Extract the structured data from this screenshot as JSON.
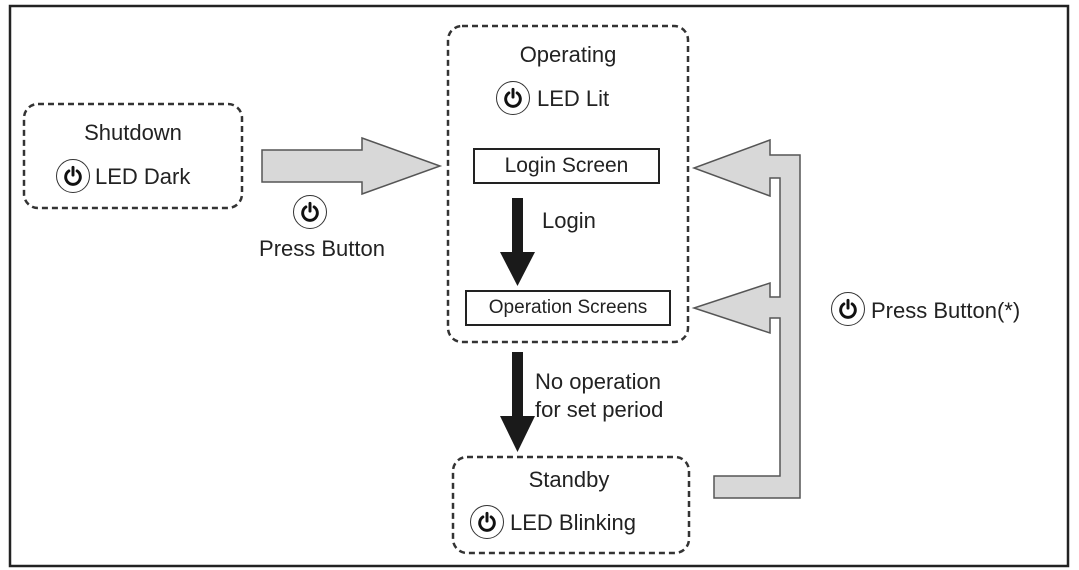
{
  "shutdown": {
    "title": "Shutdown",
    "led": "LED Dark"
  },
  "operating": {
    "title": "Operating",
    "led": "LED Lit",
    "login_screen": "Login Screen",
    "login_step": "Login",
    "operation_screens": "Operation Screens"
  },
  "standby": {
    "title": "Standby",
    "led": "LED Blinking"
  },
  "transitions": {
    "power_on": "Press Button",
    "idle_line1": "No operation",
    "idle_line2": "for set period",
    "wake": "Press Button(*)"
  },
  "icons": {
    "power": "power-icon"
  },
  "colors": {
    "arrow_fill": "#d8d8d8",
    "stroke": "#222222"
  }
}
